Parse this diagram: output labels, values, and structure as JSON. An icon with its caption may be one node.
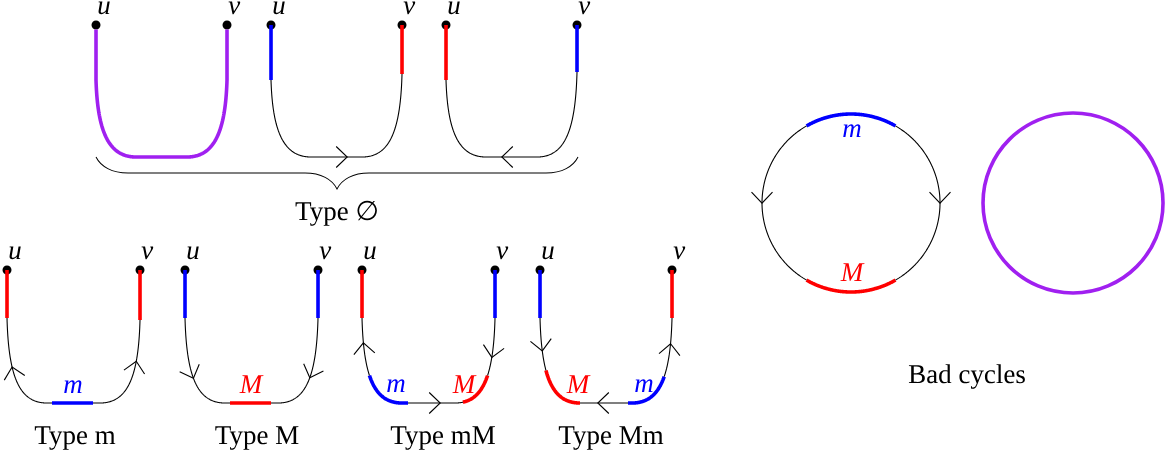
{
  "diagram": {
    "nodes": [
      {
        "text": [],
        "shape": "circle",
        "beside": [
          "u"
        ]
      },
      {
        "text": [],
        "shape": "circle",
        "beside": [
          "v"
        ]
      },
      {
        "text": [],
        "shape": "circle",
        "beside": [
          "u"
        ]
      },
      {
        "text": [],
        "shape": "circle",
        "beside": [
          "v"
        ]
      },
      {
        "text": [],
        "shape": "circle",
        "beside": [
          "u"
        ]
      },
      {
        "text": [],
        "shape": "circle",
        "beside": [
          "v"
        ]
      },
      {
        "text": [
          "m"
        ]
      },
      {
        "text": [
          "M"
        ]
      },
      {
        "text": [],
        "shape": "circle"
      },
      {
        "text": [],
        "shape": "circle",
        "beside": [
          "u"
        ]
      },
      {
        "text": [],
        "shape": "circle",
        "beside": [
          "v"
        ]
      },
      {
        "text": [
          "m"
        ]
      },
      {
        "text": [],
        "shape": "circle",
        "beside": [
          "u"
        ]
      },
      {
        "text": [],
        "shape": "circle",
        "beside": [
          "v"
        ]
      },
      {
        "text": [
          "M"
        ]
      },
      {
        "text": [],
        "shape": "circle",
        "beside": [
          "u"
        ]
      },
      {
        "text": [],
        "shape": "circle",
        "beside": [
          "v"
        ]
      },
      {
        "text": [
          "m"
        ]
      },
      {
        "text": [
          "M"
        ]
      },
      {
        "text": [],
        "shape": "circle",
        "beside": [
          "u"
        ]
      },
      {
        "text": [],
        "shape": "circle",
        "beside": [
          "v"
        ]
      },
      {
        "text": [
          "M"
        ]
      },
      {
        "text": [
          "m"
        ]
      }
    ],
    "edges": [
      {
        "from": 0,
        "to": 1,
        "arrow": "none",
        "style": "thick",
        "color": "#a020f0"
      },
      {
        "from": 2,
        "to": 3,
        "arrow": "to"
      },
      {
        "from": 5,
        "to": 4,
        "arrow": "to"
      },
      {
        "from": 6,
        "to": 7,
        "arrow": "to"
      },
      {
        "from": 6,
        "to": 7,
        "arrow": "to"
      },
      {
        "from": 11,
        "to": 9,
        "arrow": "to"
      },
      {
        "from": 11,
        "to": 10,
        "arrow": "to"
      },
      {
        "from": 12,
        "to": 14,
        "arrow": "to"
      },
      {
        "from": 13,
        "to": 14,
        "arrow": "to"
      },
      {
        "from": 17,
        "to": 15,
        "arrow": "to"
      },
      {
        "from": 17,
        "to": 18,
        "arrow": "to"
      },
      {
        "from": 16,
        "to": 18,
        "arrow": "to"
      },
      {
        "from": 19,
        "to": 21,
        "arrow": "to"
      },
      {
        "from": 22,
        "to": 21,
        "arrow": "to"
      },
      {
        "from": 22,
        "to": 20,
        "arrow": "to"
      }
    ],
    "labels": [
      "Type ∅",
      "Type m",
      "Type M",
      "Type mM",
      "Type Mm",
      "Bad cycles"
    ]
  }
}
